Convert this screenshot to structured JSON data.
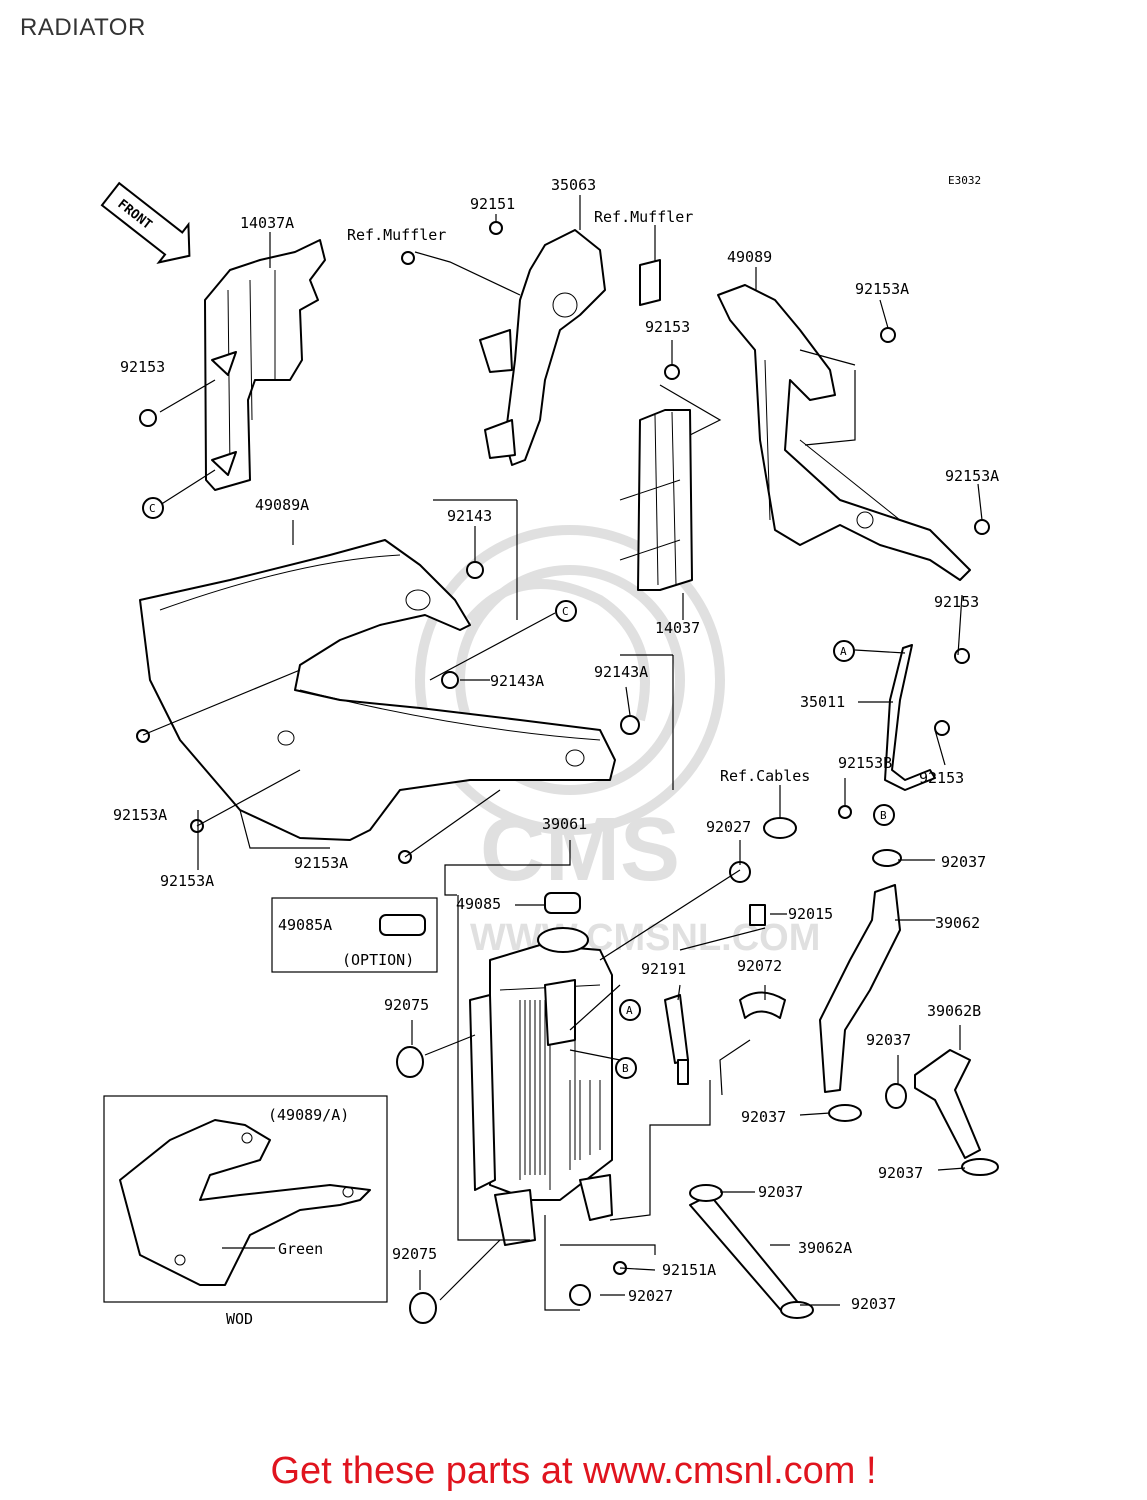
{
  "title": "RADIATOR",
  "diagram_code": "E3032",
  "footer": "Get these parts at www.cmsnl.com !",
  "front_arrow": "FRONT",
  "watermark": {
    "logo": "CMS",
    "url": "WWW.CMSNL.COM"
  },
  "callout_letters": {
    "a": "A",
    "b": "B",
    "c": "C"
  },
  "labels": {
    "p14037a": "14037A",
    "p92151_top": "92151",
    "p35063": "35063",
    "ref_muffler_1": "Ref.Muffler",
    "ref_muffler_2": "Ref.Muffler",
    "p49089": "49089",
    "p92153a_1": "92153A",
    "p92153_1": "92153",
    "p92153_2": "92153",
    "p92153a_2": "92153A",
    "p49089a": "49089A",
    "p92143": "92143",
    "p14037": "14037",
    "p92153_3": "92153",
    "p92143a_1": "92143A",
    "p92143a_2": "92143A",
    "p35011": "35011",
    "p92153b": "92153B",
    "ref_cables": "Ref.Cables",
    "p92153_4": "92153",
    "p92153a_3": "92153A",
    "p92153a_4": "92153A",
    "p92153a_5": "92153A",
    "p39061": "39061",
    "p92027_1": "92027",
    "p92037_1": "92037",
    "p49085": "49085",
    "p92015": "92015",
    "p39062": "39062",
    "p49085a": "49085A",
    "option": "(OPTION)",
    "p92191": "92191",
    "p92072": "92072",
    "p92075_1": "92075",
    "p39062b": "39062B",
    "p92037_2": "92037",
    "p92037_3": "92037",
    "p92037_4": "92037",
    "p92037_5": "92037",
    "p39062a": "39062A",
    "p92151a": "92151A",
    "p92075_2": "92075",
    "p92027_2": "92027",
    "p92037_6": "92037",
    "inset_ref": "(49089/A)",
    "inset_color": "Green",
    "inset_caption": "WOD"
  }
}
